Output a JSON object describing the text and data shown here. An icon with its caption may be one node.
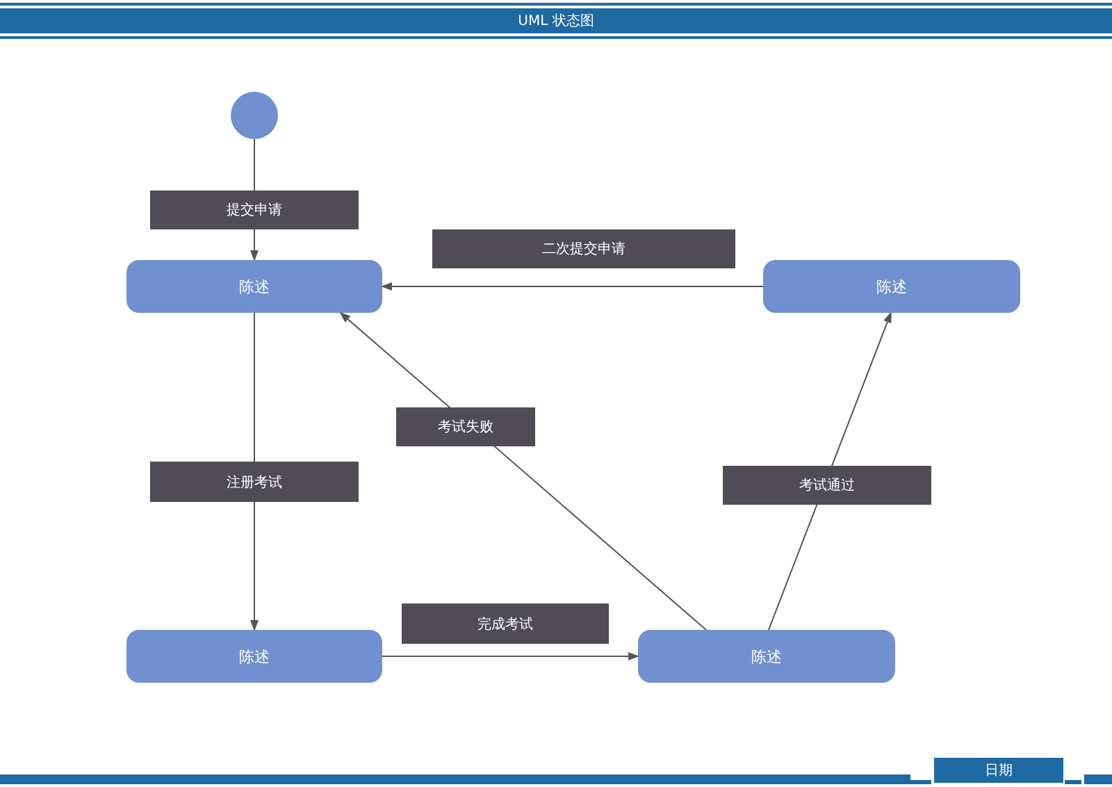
{
  "diagram": {
    "title": "UML 状态图",
    "nodes": [
      {
        "text": [],
        "shape": "circle"
      },
      {
        "text": [
          "陈述"
        ]
      },
      {
        "text": [
          "陈述"
        ]
      },
      {
        "text": [
          "陈述"
        ]
      },
      {
        "text": [
          "陈述"
        ]
      }
    ],
    "edges": [
      {
        "from": 0,
        "to": 1,
        "arrow": "to",
        "label": "提交申请"
      },
      {
        "from": 1,
        "to": 3,
        "arrow": "to",
        "label": "注册考试"
      },
      {
        "from": 3,
        "to": 4,
        "arrow": "to",
        "label": "完成考试"
      },
      {
        "from": 4,
        "to": 1,
        "arrow": "to",
        "label": "考试失败"
      },
      {
        "from": 4,
        "to": 2,
        "arrow": "to",
        "label": "考试通过"
      },
      {
        "from": 2,
        "to": 1,
        "arrow": "to",
        "label": "二次提交申请"
      }
    ],
    "labels": [
      "日期"
    ]
  }
}
